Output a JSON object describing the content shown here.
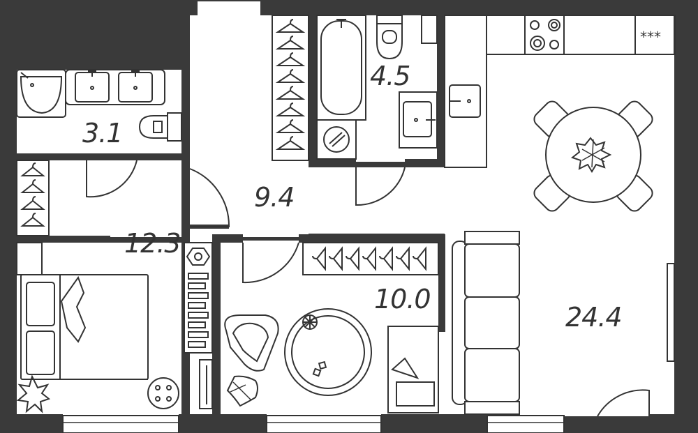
{
  "plan": {
    "rooms": [
      {
        "id": "bathroom-1",
        "area": "3.1"
      },
      {
        "id": "bathroom-2",
        "area": "4.5"
      },
      {
        "id": "corridor",
        "area": "9.4"
      },
      {
        "id": "hall",
        "area": "12.3"
      },
      {
        "id": "bedroom",
        "area": "10.0"
      },
      {
        "id": "living-kitchen",
        "area": "24.4"
      }
    ],
    "stove_mark": "***"
  },
  "colors": {
    "wall": "#3a3a3a",
    "floor": "#ffffff",
    "line": "#333333"
  }
}
